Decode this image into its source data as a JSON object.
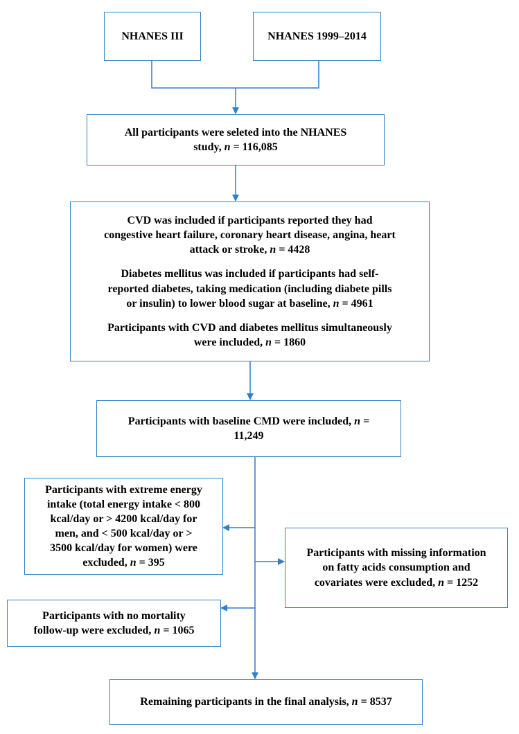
{
  "nodes": {
    "nhanes3": {
      "text": "NHANES III"
    },
    "nhanes99": {
      "text": "NHANES 1999–2014"
    },
    "all": {
      "line1": "All participants were seleted into the NHANES",
      "line2_pre": "study, ",
      "n": "n",
      "line2_post": " = 116,085"
    },
    "criteria": {
      "p1": {
        "l1": "CVD was included if participants reported they had",
        "l2": "congestive heart failure, coronary heart disease, angina, heart",
        "l3_pre": "attack or stroke, ",
        "n": "n",
        "l3_post": " = 4428"
      },
      "p2": {
        "l1": "Diabetes mellitus was included if participants had self-",
        "l2": "reported diabetes, taking medication (including diabete pills",
        "l3_pre": "or insulin) to lower blood sugar at baseline, ",
        "n": "n",
        "l3_post": " = 4961"
      },
      "p3": {
        "l1": "Participants with CVD and diabetes mellitus simultaneously",
        "l2_pre": "were included, ",
        "n": "n",
        "l2_post": " = 1860"
      }
    },
    "cmd": {
      "l1_pre": "Participants with baseline CMD were included, ",
      "n": "n",
      "l1_post": " =",
      "l2": "11,249"
    },
    "energy": {
      "l1": "Participants with extreme energy",
      "l2": "intake (total energy intake < 800",
      "l3": "kcal/day or > 4200 kcal/day for",
      "l4": "men, and < 500 kcal/day or >",
      "l5": "3500 kcal/day for women) were",
      "l6_pre": "excluded, ",
      "n": "n",
      "l6_post": " = 395"
    },
    "mortality": {
      "l1": "Participants with no mortality",
      "l2_pre": "follow-up were excluded, ",
      "n": "n",
      "l2_post": " = 1065"
    },
    "missing": {
      "l1": "Participants with missing information",
      "l2": "on fatty acids consumption and",
      "l3_pre": "covariates were excluded, ",
      "n": "n",
      "l3_post": " = 1252"
    },
    "final": {
      "l1_pre": "Remaining participants in the final analysis, ",
      "n": "n",
      "l1_post": " = 8537"
    }
  },
  "colors": {
    "line": "#2f7fc9"
  }
}
